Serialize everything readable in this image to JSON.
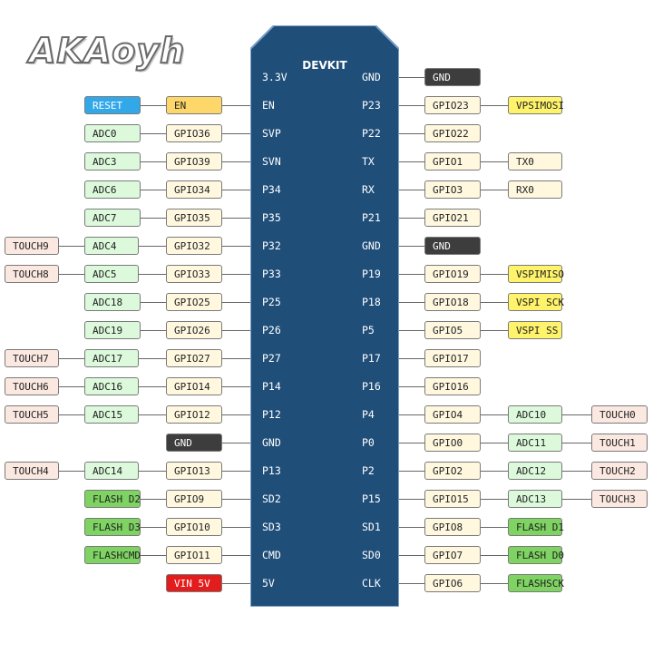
{
  "logo": {
    "text": "AKAoyh"
  },
  "board": {
    "title": "DEVKIT",
    "color": "#1f4e79"
  },
  "rows": [
    {
      "left_pin": "3.3V",
      "right_pin": "GND",
      "left_tags": [],
      "right_tags": [
        {
          "text": "GND",
          "kind": "gnd"
        }
      ]
    },
    {
      "left_pin": "EN",
      "right_pin": "P23",
      "left_tags": [
        {
          "text": "RESET",
          "kind": "reset"
        },
        {
          "text": "EN",
          "kind": "en"
        }
      ],
      "right_tags": [
        {
          "text": "GPIO23",
          "kind": "gpio"
        },
        {
          "text": "VPSIMOSI",
          "kind": "vspi"
        }
      ]
    },
    {
      "left_pin": "SVP",
      "right_pin": "P22",
      "left_tags": [
        {
          "text": "ADC0",
          "kind": "adc"
        },
        {
          "text": "GPIO36",
          "kind": "gpio"
        }
      ],
      "right_tags": [
        {
          "text": "GPIO22",
          "kind": "gpio"
        }
      ]
    },
    {
      "left_pin": "SVN",
      "right_pin": "TX",
      "left_tags": [
        {
          "text": "ADC3",
          "kind": "adc"
        },
        {
          "text": "GPIO39",
          "kind": "gpio"
        }
      ],
      "right_tags": [
        {
          "text": "GPIO1",
          "kind": "gpio"
        },
        {
          "text": "TX0",
          "kind": "uart"
        }
      ]
    },
    {
      "left_pin": "P34",
      "right_pin": "RX",
      "left_tags": [
        {
          "text": "ADC6",
          "kind": "adc"
        },
        {
          "text": "GPIO34",
          "kind": "gpio"
        }
      ],
      "right_tags": [
        {
          "text": "GPIO3",
          "kind": "gpio"
        },
        {
          "text": "RX0",
          "kind": "uart"
        }
      ]
    },
    {
      "left_pin": "P35",
      "right_pin": "P21",
      "left_tags": [
        {
          "text": "ADC7",
          "kind": "adc"
        },
        {
          "text": "GPIO35",
          "kind": "gpio"
        }
      ],
      "right_tags": [
        {
          "text": "GPIO21",
          "kind": "gpio"
        }
      ]
    },
    {
      "left_pin": "P32",
      "right_pin": "GND",
      "left_tags": [
        {
          "text": "TOUCH9",
          "kind": "touch"
        },
        {
          "text": "ADC4",
          "kind": "adc"
        },
        {
          "text": "GPIO32",
          "kind": "gpio"
        }
      ],
      "right_tags": [
        {
          "text": "GND",
          "kind": "gnd"
        }
      ]
    },
    {
      "left_pin": "P33",
      "right_pin": "P19",
      "left_tags": [
        {
          "text": "TOUCH8",
          "kind": "touch"
        },
        {
          "text": "ADC5",
          "kind": "adc"
        },
        {
          "text": "GPIO33",
          "kind": "gpio"
        }
      ],
      "right_tags": [
        {
          "text": "GPIO19",
          "kind": "gpio"
        },
        {
          "text": "VSPIMISO",
          "kind": "vspi"
        }
      ]
    },
    {
      "left_pin": "P25",
      "right_pin": "P18",
      "left_tags": [
        {
          "text": "ADC18",
          "kind": "adc"
        },
        {
          "text": "GPIO25",
          "kind": "gpio"
        }
      ],
      "right_tags": [
        {
          "text": "GPIO18",
          "kind": "gpio"
        },
        {
          "text": "VSPI SCK",
          "kind": "vspi"
        }
      ]
    },
    {
      "left_pin": "P26",
      "right_pin": "P5",
      "left_tags": [
        {
          "text": "ADC19",
          "kind": "adc"
        },
        {
          "text": "GPIO26",
          "kind": "gpio"
        }
      ],
      "right_tags": [
        {
          "text": "GPIO5",
          "kind": "gpio"
        },
        {
          "text": "VSPI SS",
          "kind": "vspi"
        }
      ]
    },
    {
      "left_pin": "P27",
      "right_pin": "P17",
      "left_tags": [
        {
          "text": "TOUCH7",
          "kind": "touch"
        },
        {
          "text": "ADC17",
          "kind": "adc"
        },
        {
          "text": "GPIO27",
          "kind": "gpio"
        }
      ],
      "right_tags": [
        {
          "text": "GPIO17",
          "kind": "gpio"
        }
      ]
    },
    {
      "left_pin": "P14",
      "right_pin": "P16",
      "left_tags": [
        {
          "text": "TOUCH6",
          "kind": "touch"
        },
        {
          "text": "ADC16",
          "kind": "adc"
        },
        {
          "text": "GPIO14",
          "kind": "gpio"
        }
      ],
      "right_tags": [
        {
          "text": "GPIO16",
          "kind": "gpio"
        }
      ]
    },
    {
      "left_pin": "P12",
      "right_pin": "P4",
      "left_tags": [
        {
          "text": "TOUCH5",
          "kind": "touch"
        },
        {
          "text": "ADC15",
          "kind": "adc"
        },
        {
          "text": "GPIO12",
          "kind": "gpio"
        }
      ],
      "right_tags": [
        {
          "text": "GPIO4",
          "kind": "gpio"
        },
        {
          "text": "ADC10",
          "kind": "adc"
        },
        {
          "text": "TOUCH0",
          "kind": "touch"
        }
      ]
    },
    {
      "left_pin": "GND",
      "right_pin": "P0",
      "left_tags": [
        {
          "text": "GND",
          "kind": "gnd"
        }
      ],
      "right_tags": [
        {
          "text": "GPIO0",
          "kind": "gpio"
        },
        {
          "text": "ADC11",
          "kind": "adc"
        },
        {
          "text": "TOUCH1",
          "kind": "touch"
        }
      ]
    },
    {
      "left_pin": "P13",
      "right_pin": "P2",
      "left_tags": [
        {
          "text": "TOUCH4",
          "kind": "touch"
        },
        {
          "text": "ADC14",
          "kind": "adc"
        },
        {
          "text": "GPIO13",
          "kind": "gpio"
        }
      ],
      "right_tags": [
        {
          "text": "GPIO2",
          "kind": "gpio"
        },
        {
          "text": "ADC12",
          "kind": "adc"
        },
        {
          "text": "TOUCH2",
          "kind": "touch"
        }
      ]
    },
    {
      "left_pin": "SD2",
      "right_pin": "P15",
      "left_tags": [
        {
          "text": "FLASH D2",
          "kind": "flash"
        },
        {
          "text": "GPIO9",
          "kind": "gpio"
        }
      ],
      "right_tags": [
        {
          "text": "GPIO15",
          "kind": "gpio"
        },
        {
          "text": "ADC13",
          "kind": "adc"
        },
        {
          "text": "TOUCH3",
          "kind": "touch"
        }
      ]
    },
    {
      "left_pin": "SD3",
      "right_pin": "SD1",
      "left_tags": [
        {
          "text": "FLASH D3",
          "kind": "flash"
        },
        {
          "text": "GPIO10",
          "kind": "gpio"
        }
      ],
      "right_tags": [
        {
          "text": "GPIO8",
          "kind": "gpio"
        },
        {
          "text": "FLASH D1",
          "kind": "flash"
        }
      ]
    },
    {
      "left_pin": "CMD",
      "right_pin": "SD0",
      "left_tags": [
        {
          "text": "FLASHCMD",
          "kind": "flash"
        },
        {
          "text": "GPIO11",
          "kind": "gpio"
        }
      ],
      "right_tags": [
        {
          "text": "GPIO7",
          "kind": "gpio"
        },
        {
          "text": "FLASH D0",
          "kind": "flash"
        }
      ]
    },
    {
      "left_pin": "5V",
      "right_pin": "CLK",
      "left_tags": [
        {
          "text": "VIN 5V",
          "kind": "vin"
        }
      ],
      "right_tags": [
        {
          "text": "GPIO6",
          "kind": "gpio"
        },
        {
          "text": "FLASHSCK",
          "kind": "flash"
        }
      ]
    }
  ]
}
